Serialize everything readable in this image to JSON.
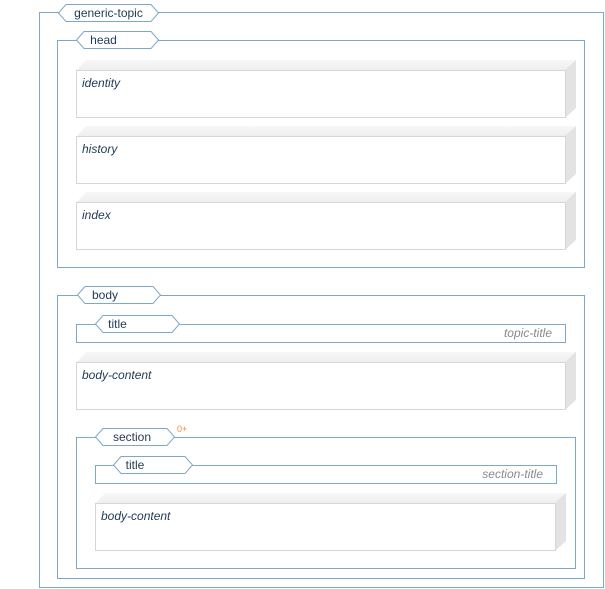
{
  "root": {
    "label": "generic-topic",
    "head": {
      "label": "head",
      "items": [
        "identity",
        "history",
        "index"
      ]
    },
    "body": {
      "label": "body",
      "title": {
        "label": "title",
        "placeholder": "topic-title"
      },
      "content": "body-content",
      "section": {
        "label": "section",
        "occurrence": "0+",
        "title": {
          "label": "title",
          "placeholder": "section-title"
        },
        "content": "body-content"
      }
    }
  },
  "colors": {
    "border": "#7fa8c8",
    "text": "#1f3a55",
    "placeholder": "#8a8a8a",
    "occurrence": "#e8903a"
  }
}
